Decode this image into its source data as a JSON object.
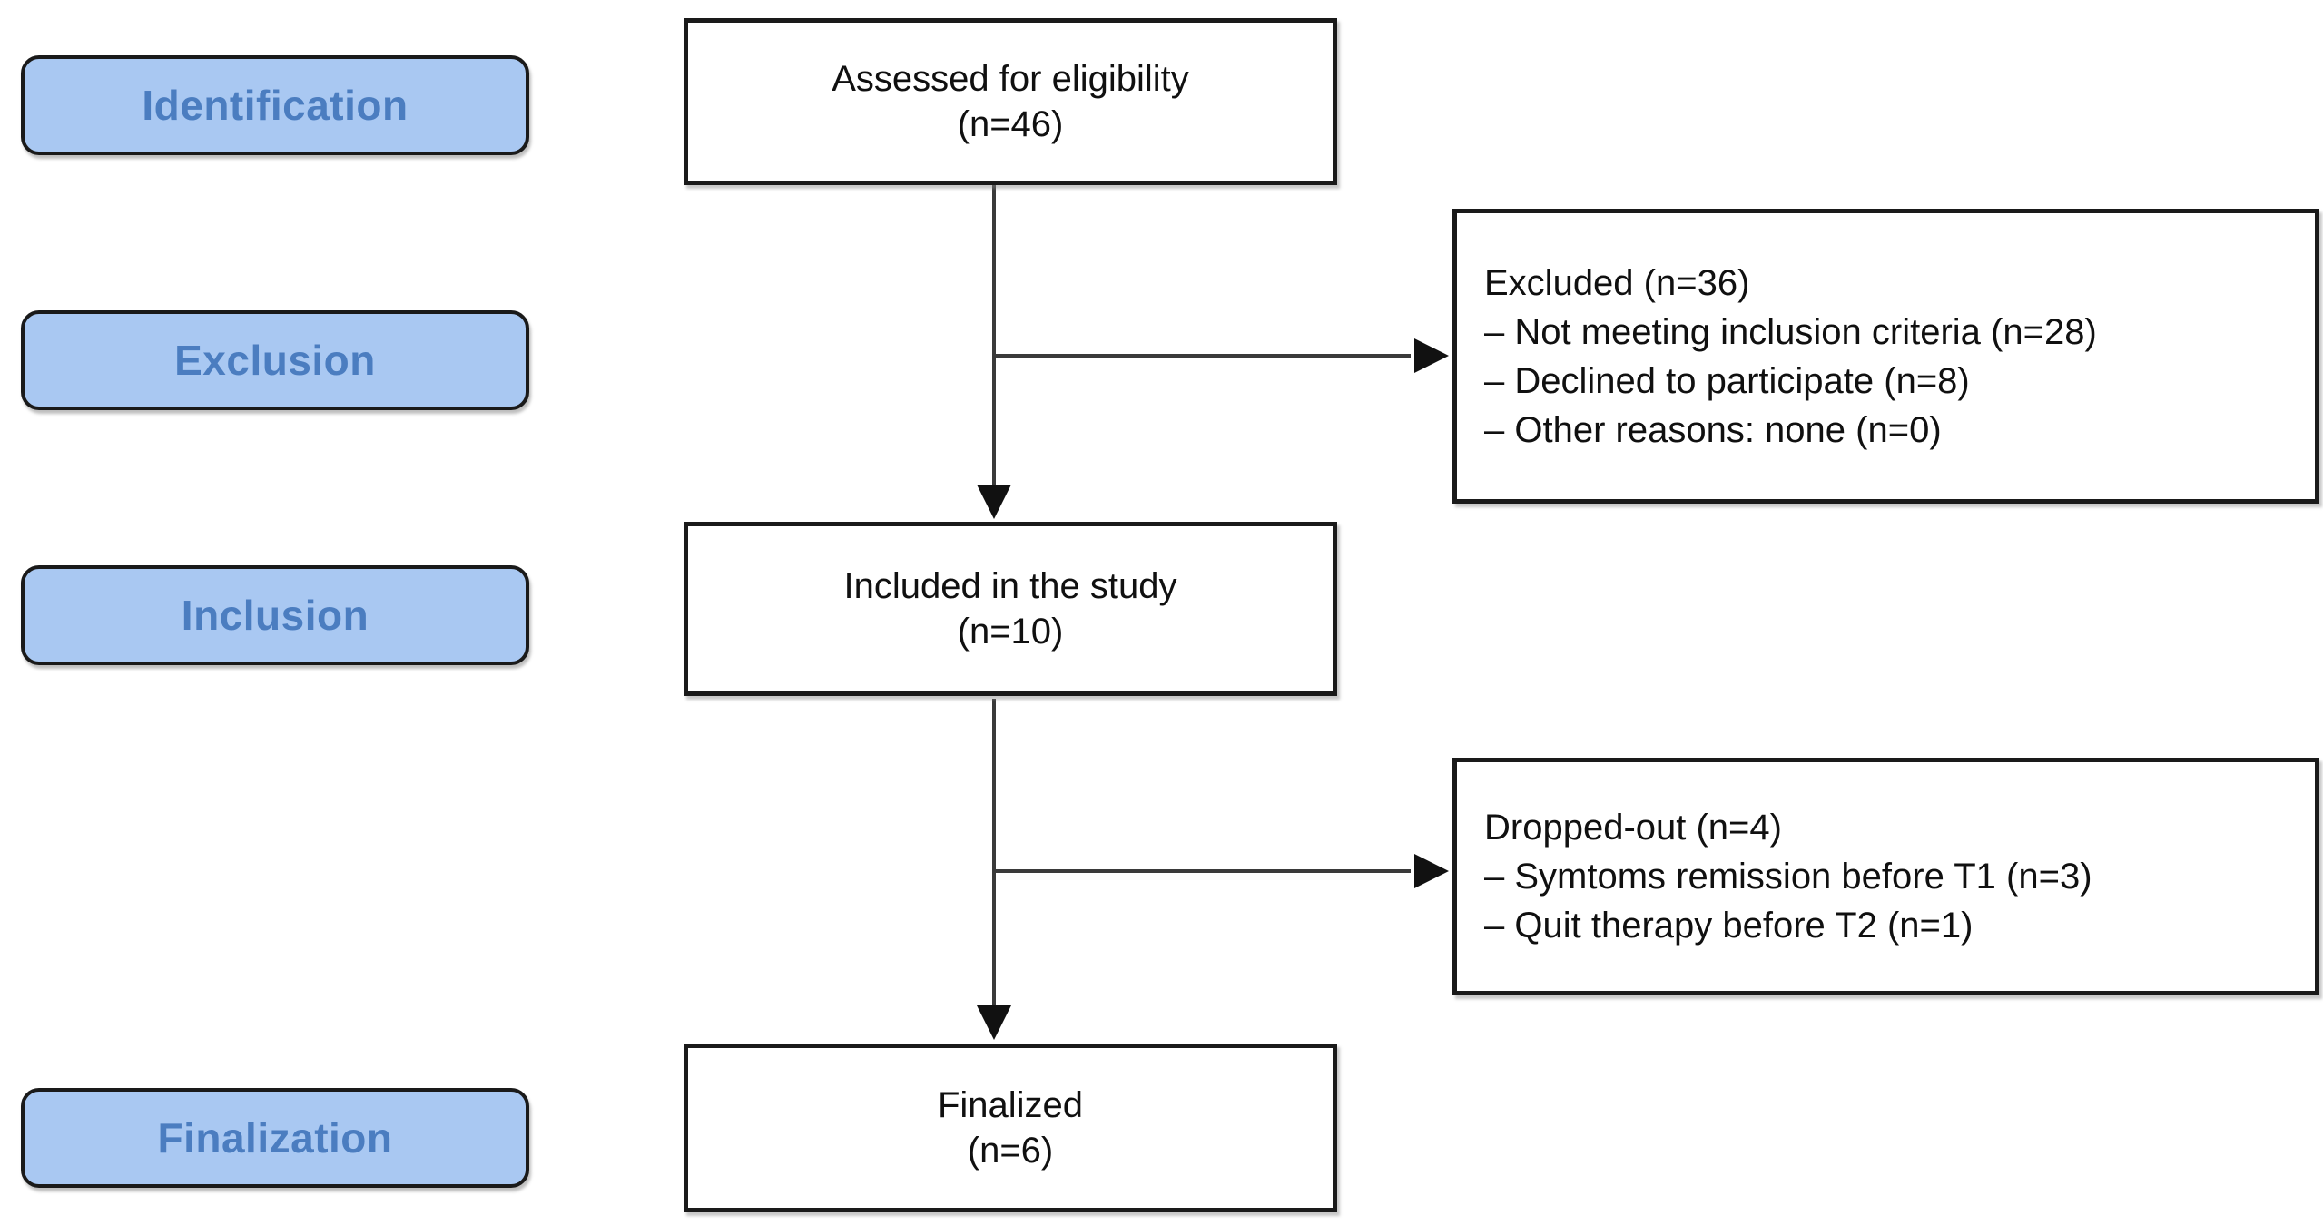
{
  "diagram": {
    "stages": [
      {
        "label": "Identification"
      },
      {
        "label": "Exclusion"
      },
      {
        "label": "Inclusion"
      },
      {
        "label": "Finalization"
      }
    ],
    "flow_boxes": {
      "assessed": {
        "line1": "Assessed for eligibility",
        "line2": "(n=46)"
      },
      "included": {
        "line1": "Included in the study",
        "line2": "(n=10)"
      },
      "finalized": {
        "line1": "Finalized",
        "line2": "(n=6)"
      }
    },
    "side_boxes": {
      "excluded": {
        "title": "Excluded (n=36)",
        "items": [
          "– Not meeting inclusion criteria (n=28)",
          "– Declined to participate (n=8)",
          "– Other reasons: none (n=0)"
        ]
      },
      "dropped_out": {
        "title": "Dropped-out (n=4)",
        "items": [
          "– Symtoms remission before T1 (n=3)",
          "– Quit therapy before T2 (n=1)"
        ]
      }
    },
    "colors": {
      "stage_fill": "#a9c8f2",
      "stage_text": "#4b7dc0",
      "line": "#3a3a3a",
      "border": "#1a1a1a"
    }
  }
}
